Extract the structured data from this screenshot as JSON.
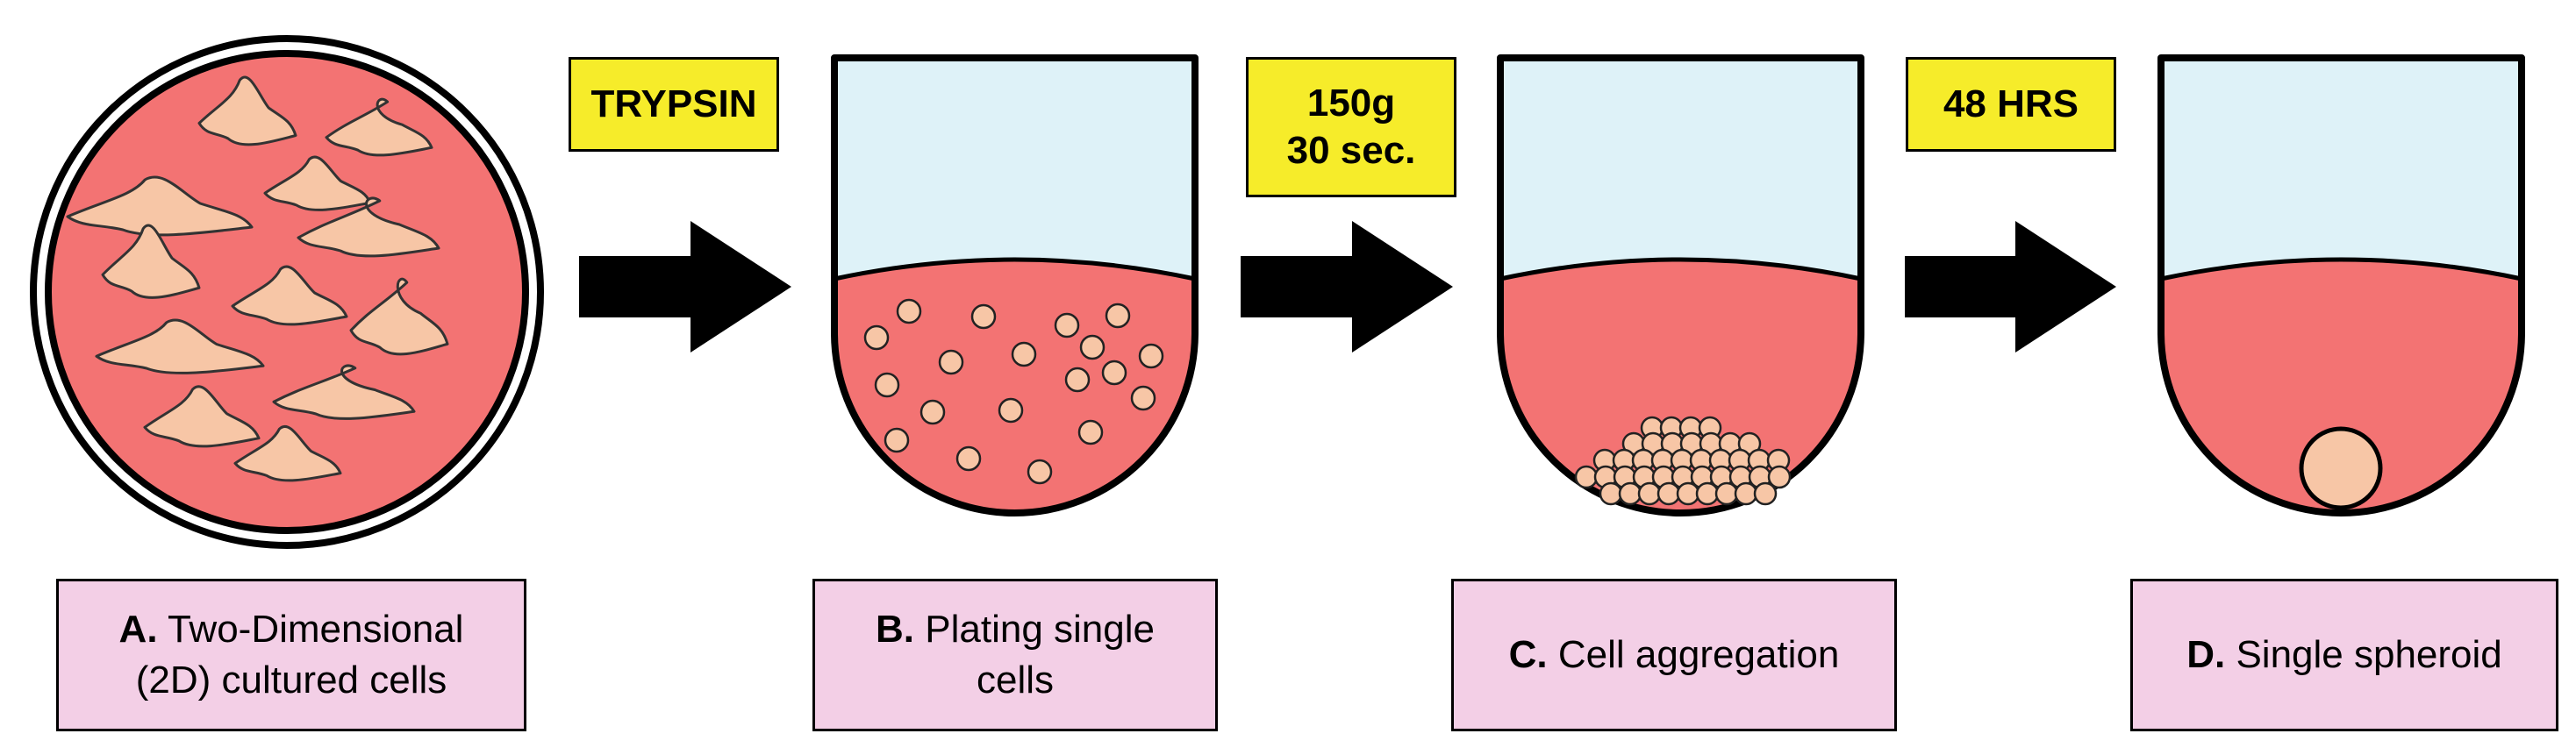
{
  "conditions": {
    "trypsin": "TRYPSIN",
    "centrifuge_force": "150g",
    "centrifuge_time": "30 sec.",
    "incubation": "48 HRS"
  },
  "steps": [
    {
      "letter": "A.",
      "line1": "Two-Dimensional",
      "line2": "(2D) cultured cells"
    },
    {
      "letter": "B.",
      "line1": "Plating single",
      "line2": "cells"
    },
    {
      "letter": "C.",
      "line1": "Cell aggregation",
      "line2": ""
    },
    {
      "letter": "D.",
      "line1": "Single spheroid",
      "line2": ""
    }
  ],
  "colors": {
    "medium": "#f37373",
    "liquid_top": "#def2f8",
    "cell": "#f7c6a6",
    "condition_box": "#f6ec2a",
    "label_box": "#f3cfe6",
    "outline": "#000000"
  }
}
